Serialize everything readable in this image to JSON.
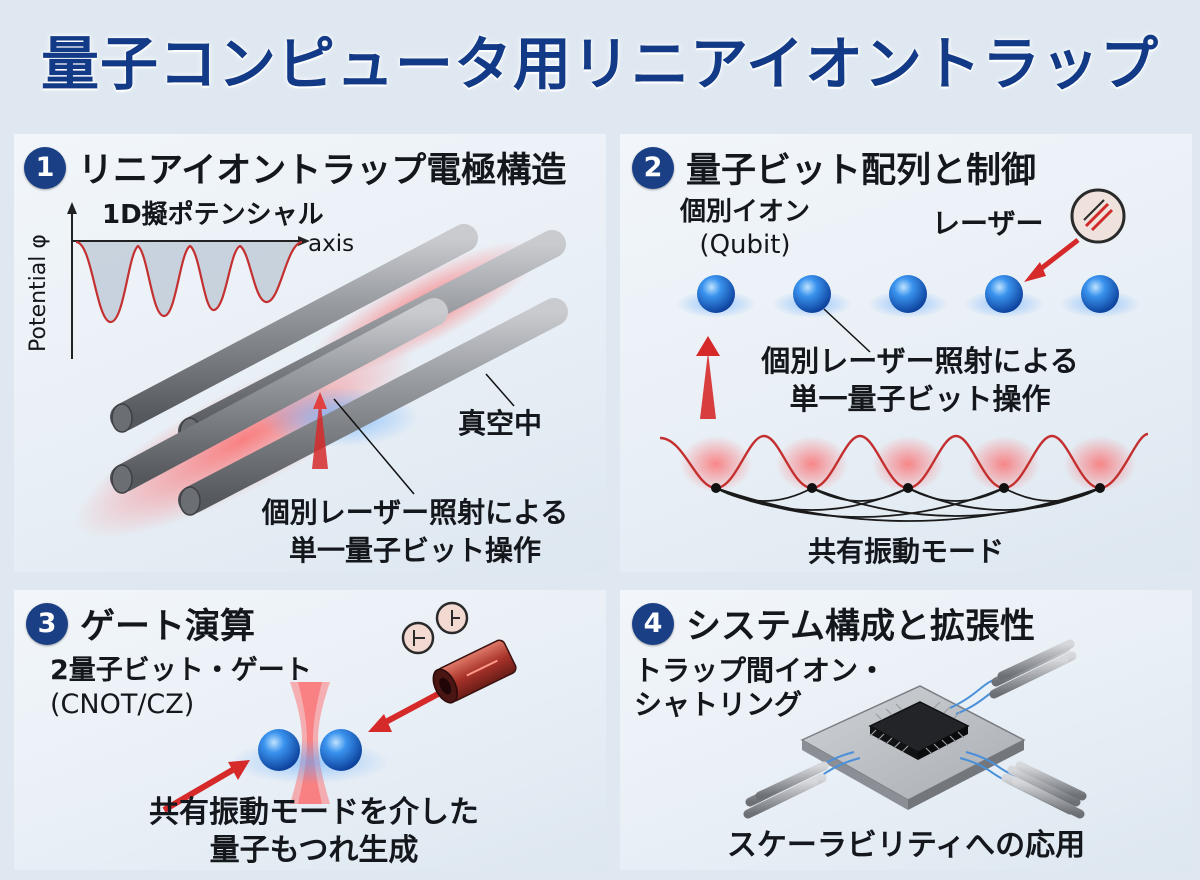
{
  "title": "量子コンピュータ用リニアイオントラップ",
  "panels": {
    "p1": {
      "number": "1",
      "title": "リニアイオントラップ電極構造",
      "potential_title": "1D擬ポテンシャル",
      "axis_y": "Potential φ",
      "axis_x": "axis",
      "vacuum": "真空中",
      "laser_line1": "個別レーザー照射による",
      "laser_line2": "単一量子ビット操作"
    },
    "p2": {
      "number": "2",
      "title": "量子ビット配列と制御",
      "ion_label_line1": "個別イオン",
      "ion_label_line2": "(Qubit)",
      "laser_label": "レーザー",
      "op_line1": "個別レーザー照射による",
      "op_line2": "単一量子ビット操作",
      "mode_label": "共有振動モード"
    },
    "p3": {
      "number": "3",
      "title": "ゲート演算",
      "gate_line1": "2量子ビット・ゲート",
      "gate_line2": "(CNOT/CZ)",
      "ent_line1": "共有振動モードを介した",
      "ent_line2": "量子もつれ生成"
    },
    "p4": {
      "number": "4",
      "title": "システム構成と拡張性",
      "shuttle_line1": "トラップ間イオン・",
      "shuttle_line2": "シャトリング",
      "scal_label": "スケーラビリティへの応用"
    }
  },
  "icons": [
    "laser-icon",
    "clock-icon",
    "laser-emitter-icon",
    "chip-icon"
  ],
  "colors": {
    "title": "#123a86",
    "badge": "#1a3f85",
    "laser": "#d62a2a",
    "ion": "#1e73d8",
    "rod": "#8d9096"
  }
}
